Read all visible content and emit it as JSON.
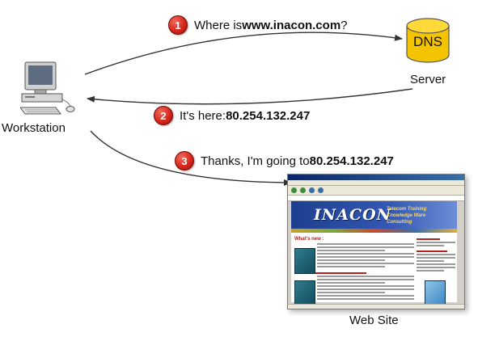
{
  "workstation": {
    "label": "Workstation",
    "icon": "workstation-computer-icon"
  },
  "dns": {
    "badge_text": "DNS",
    "label": "Server",
    "icon": "database-cylinder-icon",
    "color": "#f5c400"
  },
  "website": {
    "label": "Web Site",
    "logo": "INACON",
    "tagline": "Telecom Training Knowledge Ware Consulting",
    "headline": "What's new :"
  },
  "steps": [
    {
      "number": "1",
      "text": "Where is ",
      "bold": "www.inacon.com",
      "suffix": "?"
    },
    {
      "number": "2",
      "text": "It's here: ",
      "bold": "80.254.132.247",
      "suffix": ""
    },
    {
      "number": "3",
      "text": "Thanks, I'm going to ",
      "bold": "80.254.132.247",
      "suffix": ""
    }
  ],
  "colors": {
    "badge_red": "#d8261b",
    "arrow": "#333333"
  }
}
